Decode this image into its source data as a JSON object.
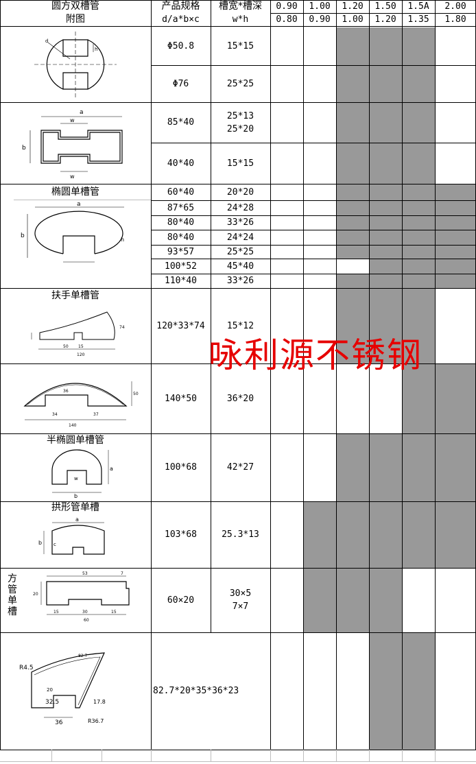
{
  "header": {
    "title_line1": "圆方双槽管",
    "title_line2": "附图",
    "spec_line1": "产品规格",
    "spec_line2": "d/a*b×c",
    "groove_line1": "槽宽*槽深",
    "groove_line2": "w*h",
    "thickness_top": [
      "0.90",
      "1.00",
      "1.20",
      "1.50",
      "1.5A",
      "2.00"
    ],
    "thickness_bottom": [
      "0.80",
      "0.90",
      "1.00",
      "1.20",
      "1.35",
      "1.80"
    ]
  },
  "sections": [
    {
      "title": "",
      "rows": [
        {
          "spec": "Φ50.8",
          "groove": "15*15"
        },
        {
          "spec": "Φ76",
          "groove": "25*25"
        }
      ]
    },
    {
      "title": "",
      "rows": [
        {
          "spec": "85*40",
          "groove": "25*13\n25*20"
        },
        {
          "spec": "40*40",
          "groove": "15*15"
        }
      ]
    },
    {
      "title": "椭圆单槽管",
      "rows": [
        {
          "spec": "60*40",
          "groove": "20*20"
        },
        {
          "spec": "87*65",
          "groove": "24*28"
        },
        {
          "spec": "80*40",
          "groove": "33*26"
        },
        {
          "spec": "80*40",
          "groove": "24*24"
        },
        {
          "spec": "93*57",
          "groove": "25*25"
        },
        {
          "spec": "100*52",
          "groove": "45*40"
        },
        {
          "spec": "110*40",
          "groove": "33*26"
        }
      ]
    },
    {
      "title": "扶手单槽管",
      "rows": [
        {
          "spec": "120*33*74",
          "groove": "15*12"
        }
      ]
    },
    {
      "title": "",
      "rows": [
        {
          "spec": "140*50",
          "groove": "36*20"
        }
      ]
    },
    {
      "title": "半椭圆单槽管",
      "rows": [
        {
          "spec": "100*68",
          "groove": "42*27"
        }
      ]
    },
    {
      "title": "拱形管单槽",
      "rows": [
        {
          "spec": "103*68",
          "groove": "25.3*13"
        }
      ]
    },
    {
      "title": "方\n管\n单\n槽",
      "rows": [
        {
          "spec": "60×20",
          "groove": "30×5\n7×7"
        }
      ]
    },
    {
      "title": "",
      "rows": [
        {
          "spec": "82.7*20*35*36*23",
          "groove": ""
        }
      ]
    }
  ],
  "availability_rows": [
    [
      false,
      false,
      true,
      true,
      true,
      false
    ],
    [
      false,
      false,
      true,
      true,
      true,
      false
    ],
    [
      false,
      false,
      true,
      true,
      true,
      false
    ],
    [
      false,
      false,
      true,
      true,
      true,
      false
    ],
    [
      false,
      false,
      true,
      true,
      true,
      true
    ],
    [
      false,
      false,
      true,
      true,
      true,
      true
    ],
    [
      false,
      false,
      true,
      true,
      true,
      true
    ],
    [
      false,
      false,
      true,
      true,
      true,
      true
    ],
    [
      false,
      false,
      true,
      true,
      true,
      true
    ],
    [
      false,
      false,
      false,
      true,
      true,
      true
    ],
    [
      false,
      false,
      true,
      true,
      true,
      true
    ],
    [
      false,
      false,
      true,
      true,
      true,
      false
    ],
    [
      false,
      false,
      false,
      false,
      true,
      true
    ],
    [
      false,
      false,
      true,
      true,
      true,
      true
    ],
    [
      false,
      true,
      true,
      true,
      true,
      true
    ],
    [
      false,
      true,
      true,
      true,
      false,
      false
    ],
    [
      false,
      false,
      false,
      true,
      true,
      false
    ]
  ],
  "diagram_labels": {
    "d": "d",
    "a": "a",
    "b": "b",
    "w": "w",
    "h": "h",
    "c": "c",
    "sq_53": "53",
    "sq_7": "7",
    "sq_20": "20",
    "sq_15a": "15",
    "sq_30": "30",
    "sq_15b": "15",
    "sq_60": "60",
    "last_R4_5": "R4.5",
    "last_82_7": "82.7",
    "last_32_5": "32.5",
    "last_36": "36",
    "last_17_8": "17.8",
    "last_R36_7": "R36.7",
    "last_20": "20",
    "h140_50": "50",
    "h140_36": "36",
    "h140_34": "34",
    "h140_140": "140",
    "h140_37": "37",
    "hand_15": "15",
    "hand_50": "50",
    "hand_120": "120",
    "hand_74": "74"
  },
  "watermark": "咏利源不锈钢",
  "colors": {
    "shade": "#999999",
    "watermark": "#e60000",
    "grid": "#000000"
  }
}
